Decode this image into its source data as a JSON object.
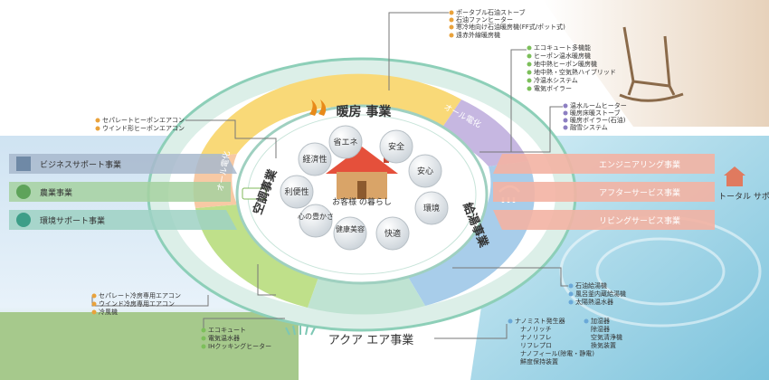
{
  "center": {
    "label": "お客様 の暮らし",
    "values": [
      "省エネ",
      "安全",
      "安心",
      "環境",
      "快適",
      "健康美容",
      "心の豊かさ",
      "利便性",
      "経済性"
    ]
  },
  "segments": {
    "heating": "暖房 事業",
    "water_heating": "給湯事業",
    "air_conditioning": "空調事業",
    "all_electric_top": "オール電化",
    "all_electric_left": "オール電化",
    "aqua_air": "アクア エア事業"
  },
  "left_businesses": [
    "ビジネスサポート事業",
    "農業事業",
    "環境サポート事業"
  ],
  "right_businesses": [
    "エンジニアリング事業",
    "アフターサービス事業",
    "リビングサービス事業"
  ],
  "right_group_label": "トータル サポート事業",
  "callouts": {
    "heating_products": [
      "ポータブル石油ストーブ",
      "石油ファンヒーター",
      "寒冷地向け石油暖房機(FF式/ポット式)",
      "遠赤外線暖房機"
    ],
    "allelec_products": [
      "エコキュート多機能",
      "ヒーポン温水暖房機",
      "地中熱ヒーポン暖房機",
      "地中熱・空気熱ハイブリッド",
      "冷温水システム",
      "電気ボイラー"
    ],
    "water_heat_system": [
      "温水ルームヒーター",
      "暖房床暖ストーブ",
      "暖房ボイラー(石油)",
      "融雪システム"
    ],
    "aircon_heatpump": [
      "セパレートヒーポンエアコン",
      "ウインド形ヒーポンエアコン"
    ],
    "water_products": [
      "石油給湯機",
      "風呂釜内蔵給湯機",
      "太陽熱温水器"
    ],
    "aircon_cooling": [
      "セパレート冷房専用エアコン",
      "ウインド冷房専用エアコン",
      "冷風機"
    ],
    "allelec_bottom": [
      "エコキュート",
      "電気温水器",
      "IHクッキングヒーター"
    ],
    "aqua_col1": [
      "ナノミスト発生器",
      "ナノリッチ",
      "ナノリフレ",
      "リフレプロ",
      "ナノフィール(除電・静電)",
      "鮮度保持装置"
    ],
    "aqua_col2": [
      "加湿器",
      "除湿器",
      "空気清浄機",
      "換気装置"
    ]
  }
}
